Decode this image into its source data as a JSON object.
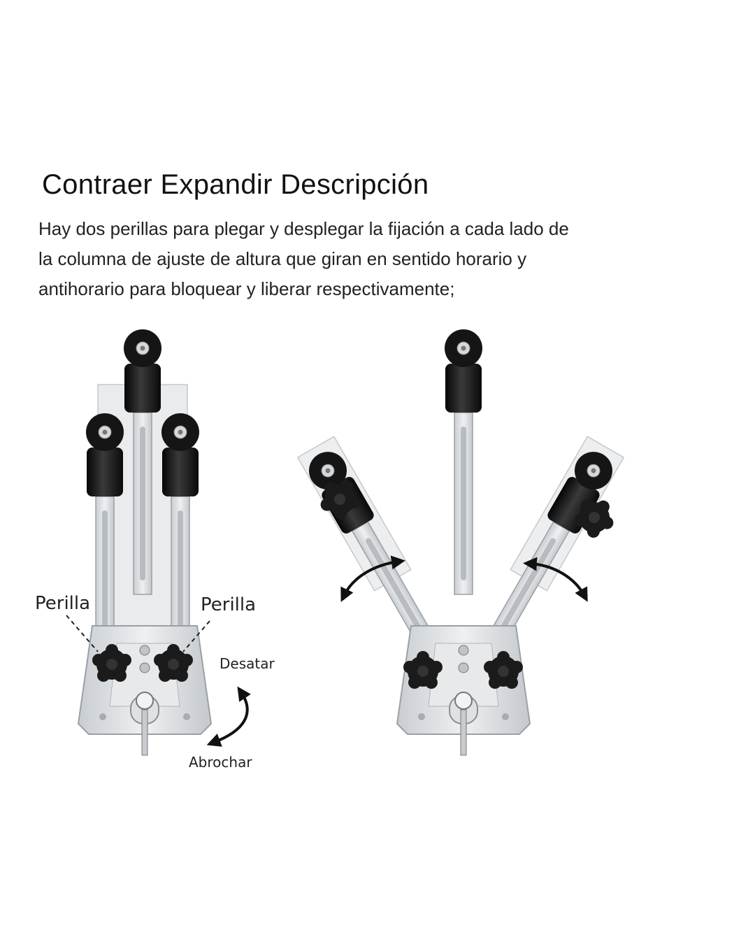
{
  "title": "Contraer Expandir Descripción",
  "description_lines": [
    "Hay dos perillas para plegar y desplegar la fijación a cada lado de",
    "la columna de ajuste de altura que giran en sentido horario y",
    "antihorario para bloquear y liberar respectivamente;"
  ],
  "labels": {
    "knob_left": "Perilla",
    "knob_right": "Perilla",
    "release": "Desatar",
    "fasten": "Abrochar"
  },
  "colors": {
    "metal": "#d9dcdf",
    "metal_edge": "#9aa0a6",
    "knob": "#1b1b1b",
    "text": "#222222"
  }
}
